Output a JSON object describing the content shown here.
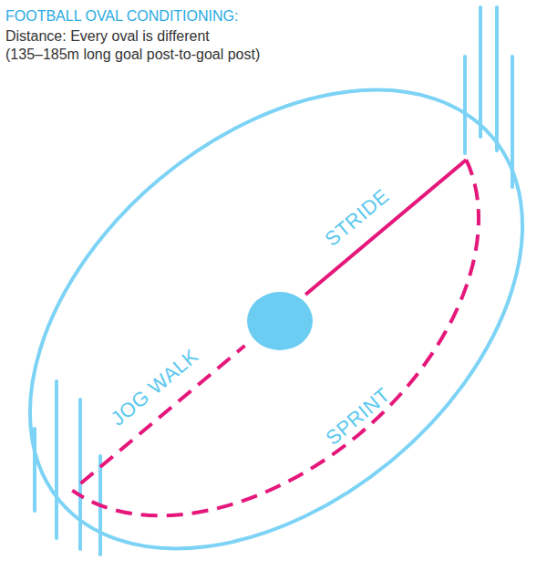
{
  "diagram": {
    "title": "FOOTBALL OVAL CONDITIONING:",
    "labels": [
      "Distance: Every oval is different",
      "(135–185m long goal post-to-goal post)",
      "STRIDE",
      "JOG WALK",
      "SPRINT"
    ]
  }
}
